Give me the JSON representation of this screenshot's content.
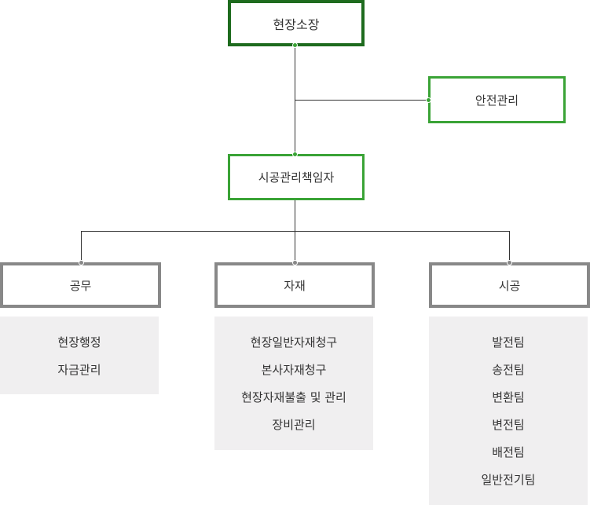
{
  "top": {
    "label": "현장소장"
  },
  "safety": {
    "label": "안전관리"
  },
  "manager": {
    "label": "시공관리책임자"
  },
  "departments": [
    {
      "label": "공무",
      "tasks": [
        "현장행정",
        "자금관리"
      ]
    },
    {
      "label": "자재",
      "tasks": [
        "현장일반자재청구",
        "본사자재청구",
        "현장자재불출 및 관리",
        "장비관리"
      ]
    },
    {
      "label": "시공",
      "tasks": [
        "발전팀",
        "송전팀",
        "변환팀",
        "변전팀",
        "배전팀",
        "일반전기팀"
      ]
    }
  ],
  "colors": {
    "top_border": "#1e6b1e",
    "green_border": "#3aa336",
    "gray_border": "#888888",
    "panel_bg": "#f0eff0",
    "line": "#333333"
  }
}
